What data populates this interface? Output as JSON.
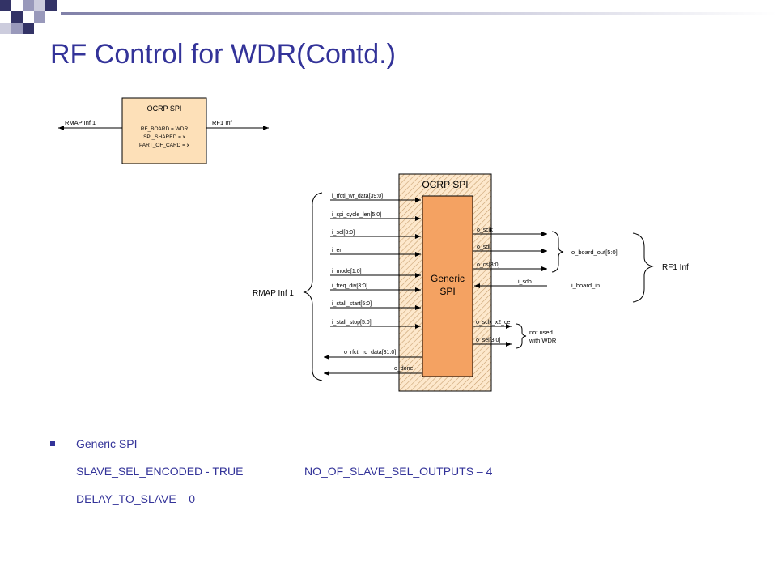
{
  "slide": {
    "title": "RF Control for WDR(Contd.)",
    "bullet_items": [
      {
        "text": "Generic SPI"
      }
    ],
    "param_lines": [
      "SLAVE_SEL_ENCODED - TRUE",
      "NO_OF_SLAVE_SEL_OUTPUTS – 4",
      "DELAY_TO_SLAVE – 0"
    ]
  },
  "small_diagram": {
    "box_title": "OCRP SPI",
    "left_label": "RMAP Inf 1",
    "right_label": "RF1 Inf",
    "params": [
      "RF_BOARD = WDR",
      "SPI_SHARED = x",
      "PART_OF_CARD = x"
    ]
  },
  "main_diagram": {
    "outer_title": "OCRP SPI",
    "core_label_1": "Generic",
    "core_label_2": "SPI",
    "left_group_label": "RMAP Inf 1",
    "inputs": [
      "i_rfctl_wr_data[39:0]",
      "i_spi_cycle_len[5:0]",
      "i_sel[3:0]",
      "i_en",
      "i_mode[1:0]",
      "i_freq_div[3:0]",
      "i_stall_start[5:0]",
      "i_stall_stop[5:0]"
    ],
    "left_outputs": [
      "o_rfctl_rd_data[31:0]",
      "o_done"
    ],
    "right_outputs": [
      "o_sclk",
      "o_sdi",
      "o_cs[3:0]"
    ],
    "right_input": "i_sdo",
    "board_out": "o_board_out[5:0]",
    "board_in": "i_board_in",
    "rf_label": "RF1 Inf",
    "unused_outputs": [
      "o_sclk_x2_ce",
      "o_sel[3:0]"
    ],
    "unused_note_1": "not used",
    "unused_note_2": "with WDR"
  }
}
